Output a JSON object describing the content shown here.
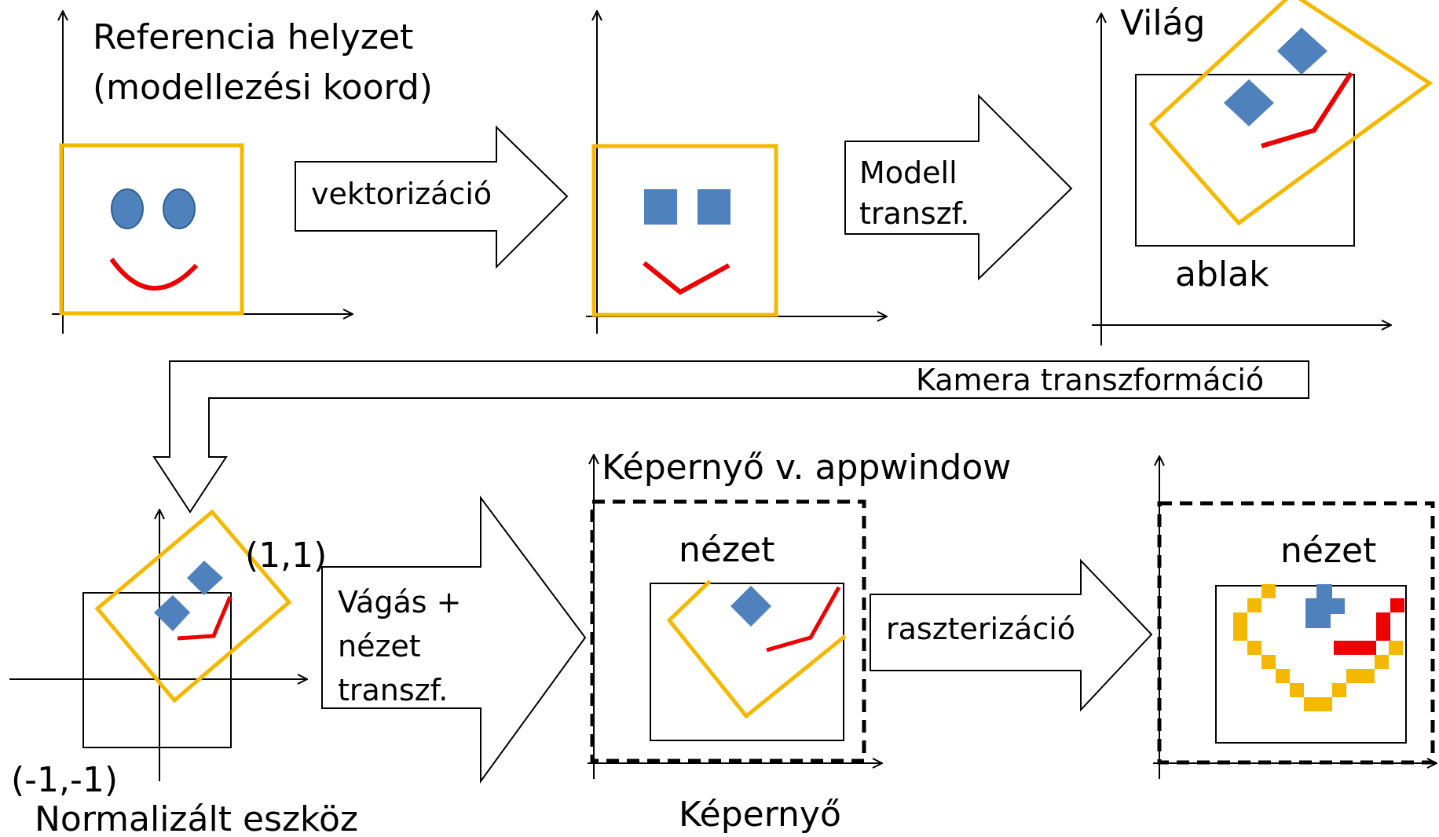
{
  "colors": {
    "frame": "#f5b800",
    "blue": "#4f81bd",
    "red": "#ee0000",
    "line": "#000000"
  },
  "stage1": {
    "title_line1": "Referencia helyzet",
    "title_line2": "(modellezési koord)"
  },
  "arrow1": {
    "label": "vektorizáció"
  },
  "arrow2": {
    "label_line1": "Modell",
    "label_line2": "transzf."
  },
  "stage3": {
    "axis_label": "Világ",
    "window_label": "ablak"
  },
  "camera_arrow": {
    "label": "Kamera transzformáció"
  },
  "stage4": {
    "corner_max": "(1,1)",
    "corner_min": "(-1,-1)",
    "caption": "Normalizált eszköz"
  },
  "arrow3": {
    "label_line1": "Vágás +",
    "label_line2": "nézet",
    "label_line3": "transzf."
  },
  "stage5": {
    "top_label": "Képernyő v. appwindow",
    "view_label": "nézet",
    "bottom_label": "Képernyő"
  },
  "arrow4": {
    "label": "raszterizáció"
  },
  "stage6": {
    "view_label": "nézet"
  }
}
